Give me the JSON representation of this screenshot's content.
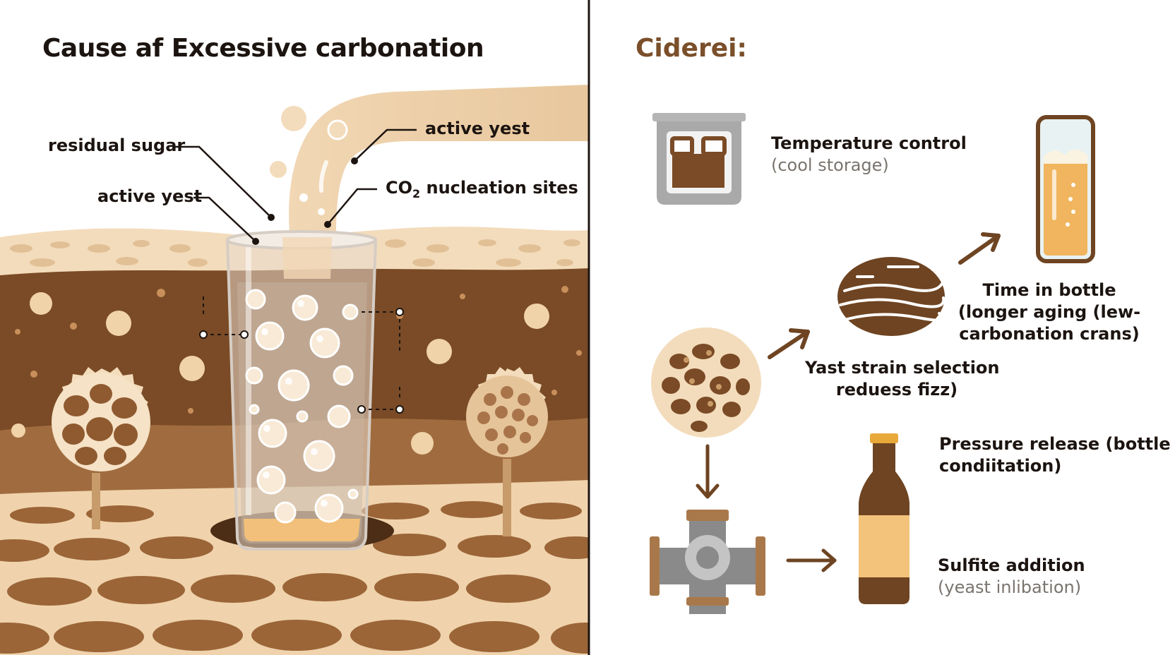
{
  "left_panel": {
    "title": "Cause af Excessive carbonation",
    "labels": {
      "residual_sugar": "residual sugar",
      "active_yeast_left": "active yest",
      "active_yeast_right": "active yest",
      "co2_prefix": "CO",
      "co2_subscript": "2",
      "co2_suffix": " nucleation sites"
    }
  },
  "right_panel": {
    "title": "Ciderei:",
    "steps": {
      "temperature": {
        "main": "Temperature control",
        "sub": "(cool storage)"
      },
      "time": {
        "line1": "Time in bottle",
        "line2": "(longer aging (lew-",
        "line3": "carbonation crans)"
      },
      "yeast": {
        "line1": "Yast strain selection",
        "line2": "reduess fizz)"
      },
      "pressure": {
        "line1": "Pressure release (bottle",
        "line2": "condiitation)"
      },
      "sulfite": {
        "main": "Sulfite addition",
        "sub": "(yeast inlibation)"
      }
    }
  },
  "colors": {
    "dark_brown": "#6e4422",
    "mid_brown": "#a9784a",
    "cream": "#f3dcbc",
    "light_cream": "#f8ead6",
    "beer_amber": "#f2b65c",
    "steel_gray": "#9e9e9e"
  }
}
